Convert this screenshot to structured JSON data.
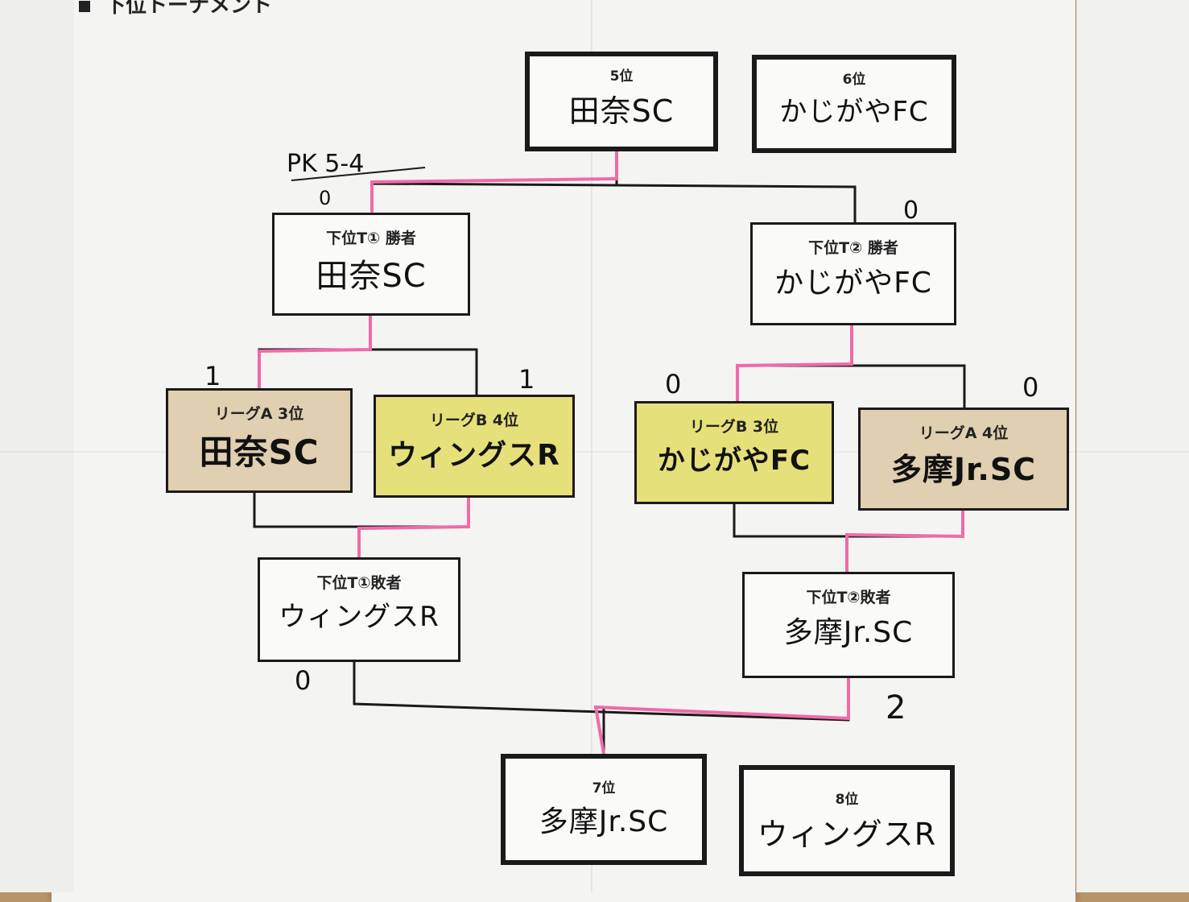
{
  "title": "下位トーナメント",
  "pk_note": "PK 5-4",
  "results": {
    "place5": {
      "label": "5位",
      "name": "田奈SC"
    },
    "place6": {
      "label": "6位",
      "name": "かじがやFC"
    },
    "place7": {
      "label": "7位",
      "name": "多摩Jr.SC"
    },
    "place8": {
      "label": "8位",
      "name": "ウィングスR"
    }
  },
  "semis": {
    "winner1": {
      "label": "下位T① 勝者",
      "name": "田奈SC",
      "score": "0"
    },
    "winner2": {
      "label": "下位T② 勝者",
      "name": "かじがやFC",
      "score": "0"
    },
    "loser1": {
      "label": "下位T①敗者",
      "name": "ウィングスR",
      "score": "0"
    },
    "loser2": {
      "label": "下位T②敗者",
      "name": "多摩Jr.SC",
      "score": "2"
    }
  },
  "first_round": [
    {
      "label": "リーグA 3位",
      "name": "田奈SC",
      "score": "1",
      "color": "#e0cfb0"
    },
    {
      "label": "リーグB 4位",
      "name": "ウィングスR",
      "score": "1",
      "color": "#e6e07a"
    },
    {
      "label": "リーグB 3位",
      "name": "かじがやFC",
      "score": "0",
      "color": "#e6e07a"
    },
    {
      "label": "リーグA 4位",
      "name": "多摩Jr.SC",
      "score": "0",
      "color": "#e0cfb0"
    }
  ],
  "colors": {
    "winner_line": "#f06aa8",
    "line": "#1a1a1a"
  }
}
